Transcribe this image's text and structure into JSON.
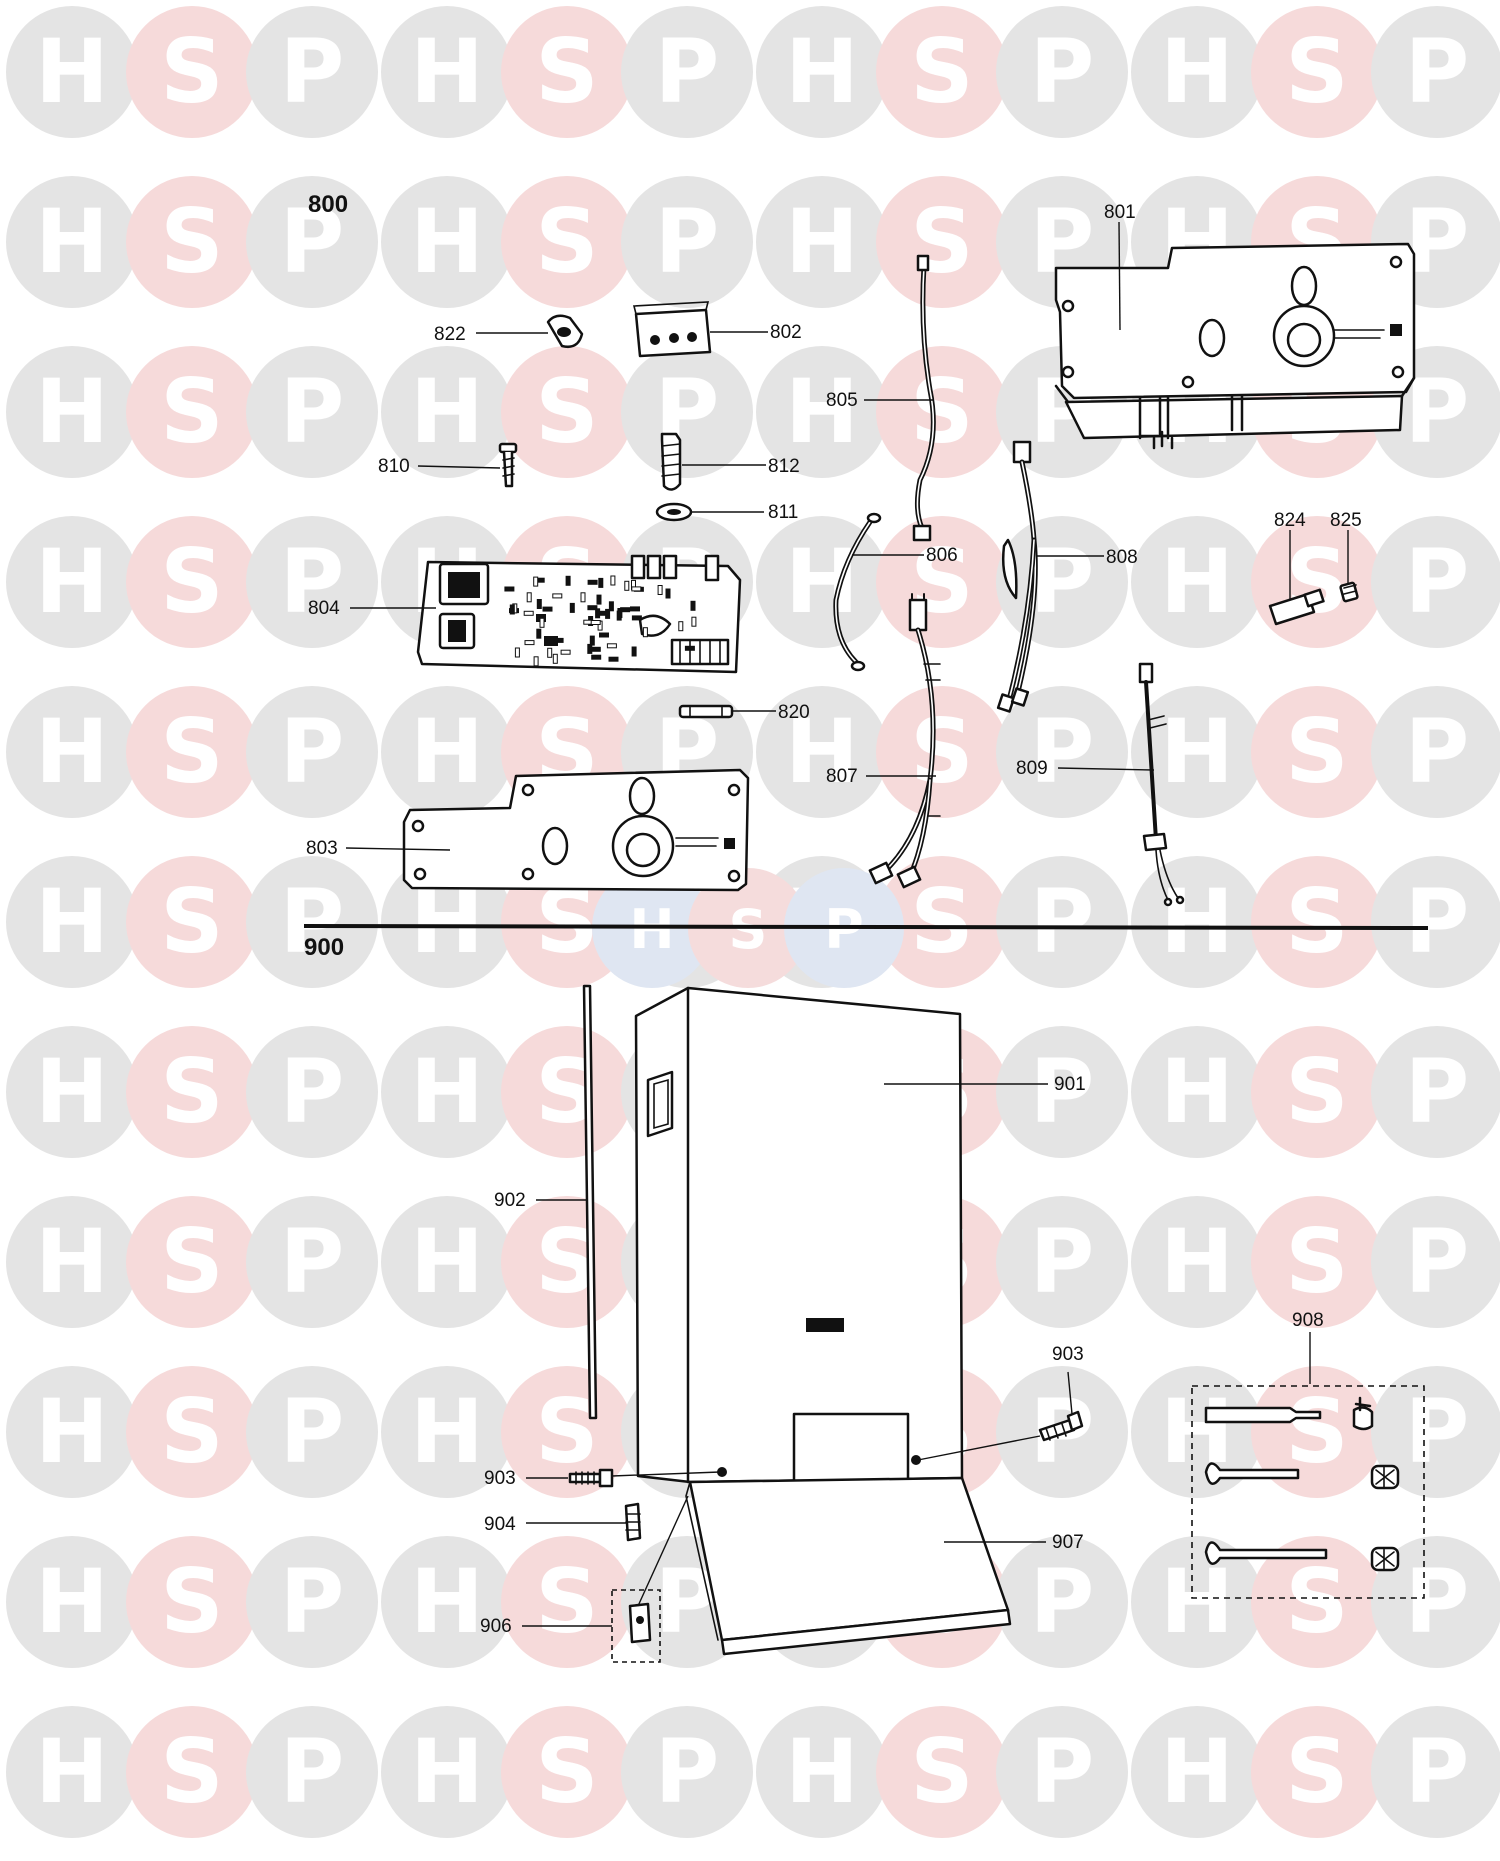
{
  "watermark": {
    "letters": [
      "H",
      "S",
      "P"
    ],
    "colors": {
      "H": "#e4e4e4",
      "S": "#f6dada",
      "P": "#e4e4e4"
    },
    "text_color": "#ffffff",
    "center_colors": [
      "#dfe6f2",
      "#f5dcdc",
      "#dfe6f2"
    ]
  },
  "sections": [
    {
      "id": "800",
      "label": "800"
    },
    {
      "id": "900",
      "label": "900"
    }
  ],
  "callouts": {
    "801": "801",
    "802": "802",
    "803": "803",
    "804": "804",
    "805": "805",
    "806": "806",
    "807": "807",
    "808": "808",
    "809": "809",
    "810": "810",
    "811": "811",
    "812": "812",
    "820": "820",
    "822": "822",
    "824": "824",
    "825": "825",
    "901": "901",
    "902": "902",
    "903a": "903",
    "903b": "903",
    "904": "904",
    "906": "906",
    "907": "907",
    "908": "908"
  }
}
